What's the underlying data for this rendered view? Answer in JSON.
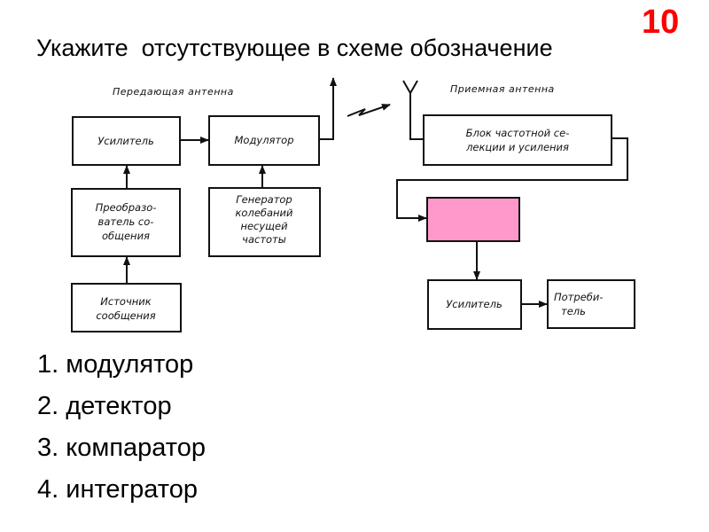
{
  "slide": {
    "number": "10",
    "number_color": "#ff0000",
    "question": "Укажите  отсутствующее в схеме обозначение"
  },
  "diagram": {
    "transmitter_caption": "Передающая антенна",
    "receiver_caption": "Приемная антенна",
    "missing_block_color": "#ff99cc",
    "blocks": {
      "tx_amplifier": [
        "Усилитель"
      ],
      "modulator": [
        "Модулятор"
      ],
      "converter": [
        "Преобразо-",
        "ватель со-",
        "общения"
      ],
      "carrier_generator": [
        "Генератор",
        "колебаний",
        "несущей",
        "частоты"
      ],
      "source": [
        "Источник",
        "сообщения"
      ],
      "selection_block": [
        "Блок частотной се-",
        "лекции и усиления"
      ],
      "missing_block": [],
      "rx_amplifier": [
        "Усилитель"
      ],
      "consumer": [
        "Потреби-",
        "тель"
      ]
    }
  },
  "answers": [
    {
      "number": "1.",
      "text": "модулятор"
    },
    {
      "number": "2.",
      "text": "детектор"
    },
    {
      "number": "3.",
      "text": "компаратор"
    },
    {
      "number": "4.",
      "text": "интегратор"
    }
  ]
}
